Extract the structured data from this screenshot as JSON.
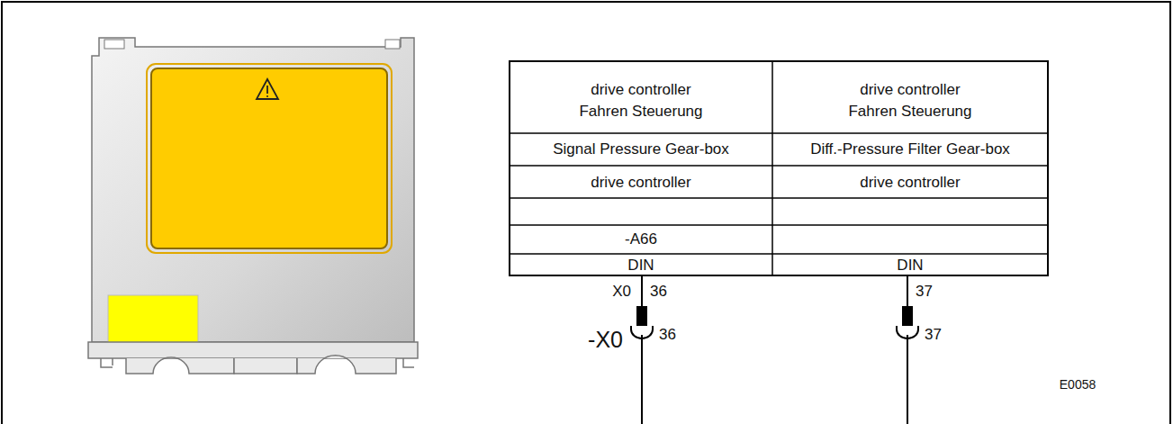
{
  "diagram": {
    "labels": [
      "drive controller",
      "Fahren Steuerung",
      "drive controller",
      "Fahren Steuerung",
      "Signal Pressure Gear-box",
      "Diff.-Pressure Filter Gear-box",
      "drive controller",
      "drive controller",
      "-A66",
      "DIN",
      "DIN",
      "X0",
      "36",
      "37",
      "-X0",
      "36",
      "37",
      "E0058"
    ]
  }
}
